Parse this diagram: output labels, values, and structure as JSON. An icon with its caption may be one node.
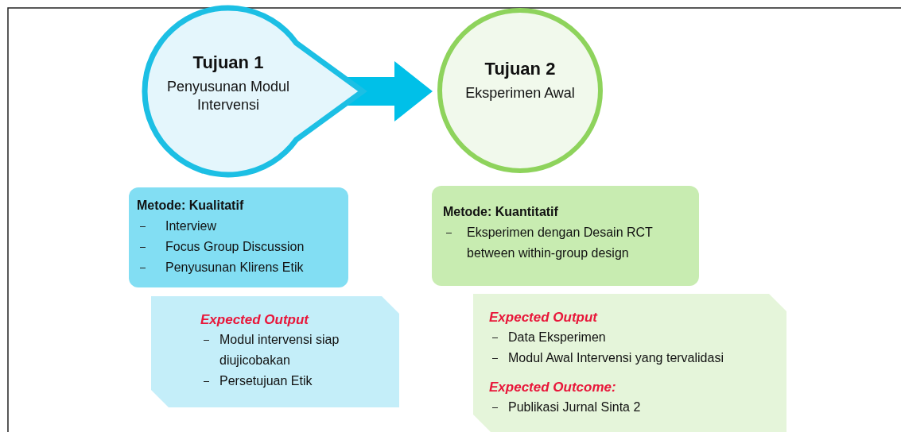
{
  "diagram": {
    "nodes": [
      {
        "text": [
          "Tujuan 1",
          "Penyusunan Modul Intervensi"
        ]
      },
      {
        "text": [
          "Tujuan 2",
          "Eksperimen Awal"
        ]
      },
      {
        "text": [
          "Metode: Kualitatif",
          "Interview",
          "Focus Group Discussion",
          "Penyusunan Klirens Etik"
        ]
      },
      {
        "text": [
          "Expected Output",
          "Modul intervensi siap diujicobakan",
          "Persetujuan Etik"
        ]
      },
      {
        "text": [
          "Metode: Kuantitatif",
          "Eksperimen dengan Desain RCT between within-group design"
        ]
      },
      {
        "text": [
          "Expected Output",
          "Data Eksperimen",
          "Modul Awal Intervensi yang tervalidasi",
          "Expected Outcome:",
          "Publikasi Jurnal Sinta 2"
        ]
      }
    ],
    "edges": [
      {
        "from": 0,
        "to": 1,
        "arrow": "to"
      }
    ]
  }
}
